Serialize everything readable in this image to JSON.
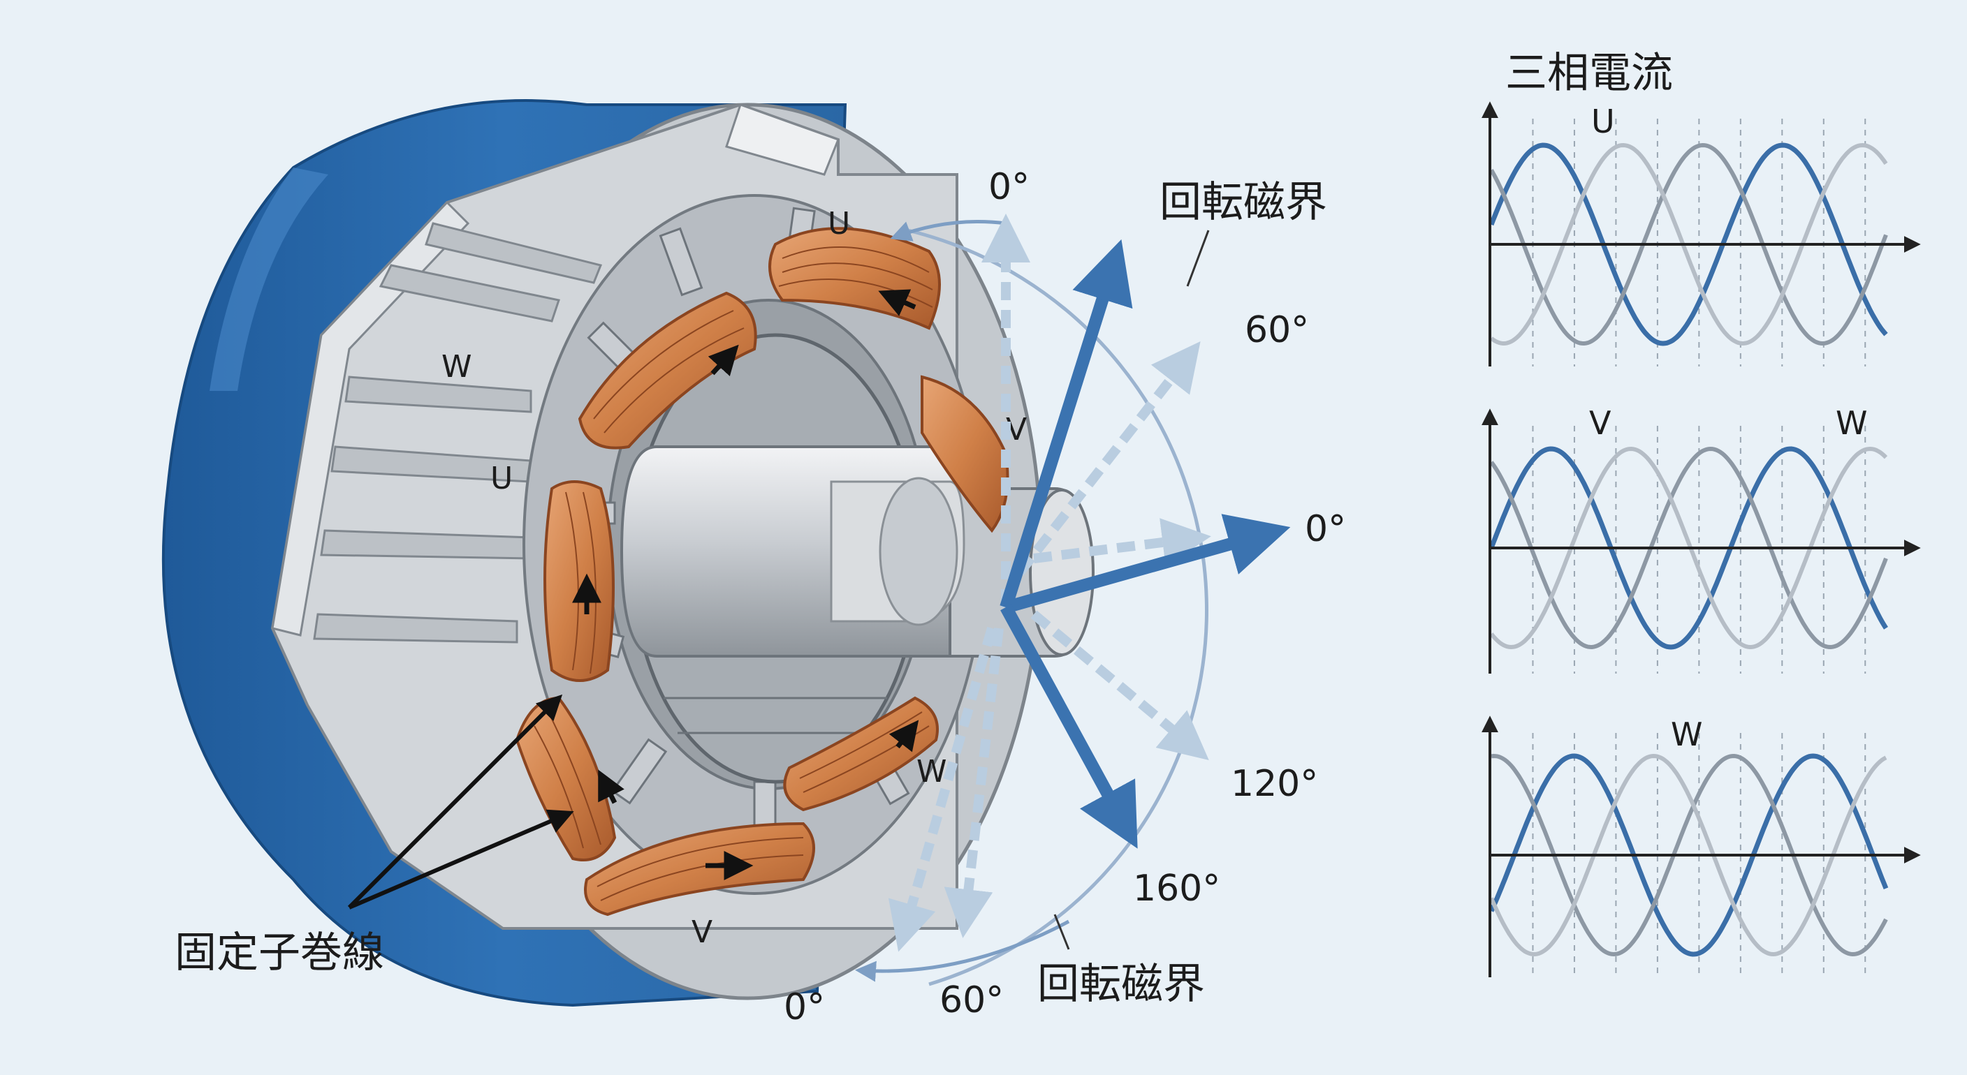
{
  "colors": {
    "background": "#e9f1f7",
    "housing_blue": "#2f72b6",
    "housing_dark": "#1f5a99",
    "steel_light": "#d6d9dd",
    "steel_mid": "#b3b8be",
    "steel_dark": "#8a9096",
    "copper": "#d78a55",
    "copper_dark": "#a8582c",
    "vector_blue": "#3b73b0",
    "vector_faded": "#b9cde0",
    "wave_blue": "#3a6ea8",
    "wave_gray_dark": "#8d98a4",
    "wave_gray_light": "#b5bdc6"
  },
  "labels": {
    "stator_winding": "固定子巻線",
    "rotating_field_top": "回転磁界",
    "rotating_field_bottom": "回転磁界",
    "angle_0_top": "0°",
    "angle_60_right": "60°",
    "angle_0_right": "0°",
    "angle_120": "120°",
    "angle_160": "160°",
    "angle_0_bottom": "0°",
    "angle_60_bottom": "60°"
  },
  "slot_labels": {
    "u_top": "U",
    "w_left": "W",
    "u_left": "U",
    "v_right": "V",
    "w_right": "W",
    "v_bottom": "V"
  },
  "waves": {
    "title": "三相電流",
    "panel1": {
      "label_u": "U"
    },
    "panel2": {
      "label_v": "V",
      "label_w": "W"
    },
    "panel3": {
      "label_w": "W"
    }
  }
}
